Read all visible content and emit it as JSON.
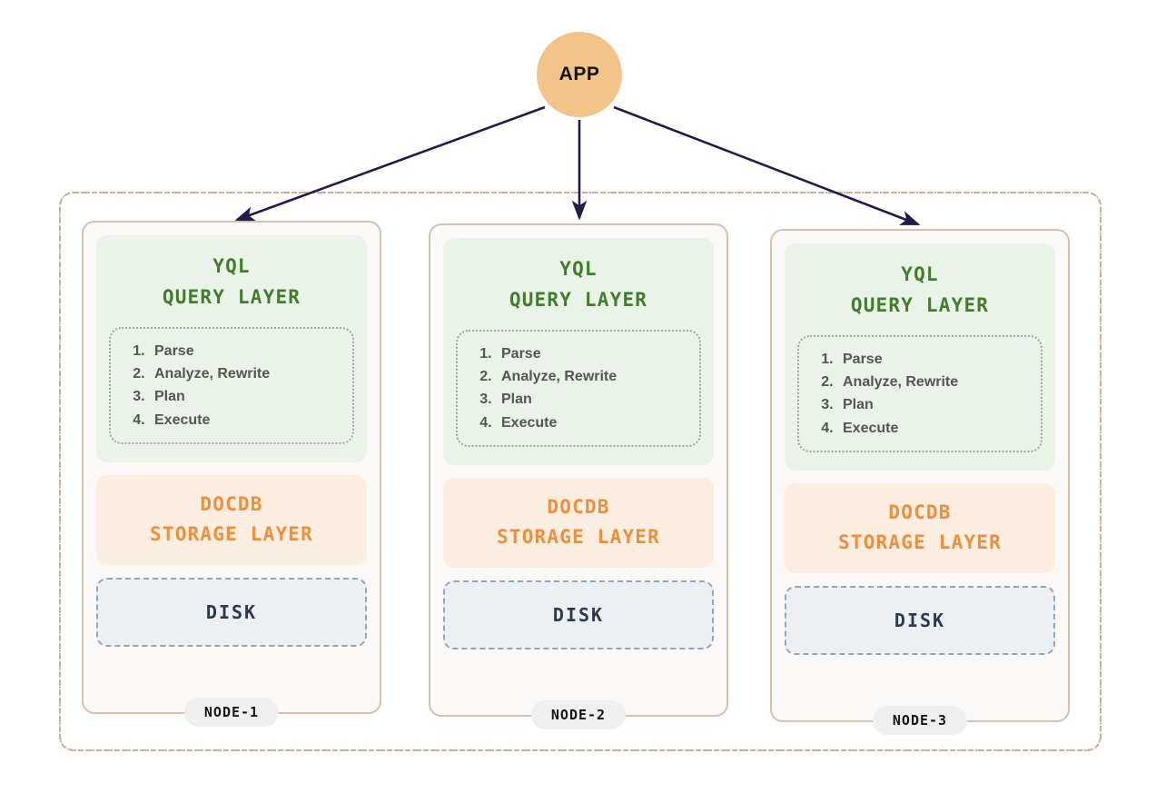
{
  "app": {
    "label": "APP",
    "color": "#F2C489"
  },
  "cluster": {
    "border_color": "#CDAE98"
  },
  "arrows": {
    "color": "#241A4A"
  },
  "nodes": [
    {
      "badge": "NODE-1",
      "query_layer": {
        "title_line1": "YQL",
        "title_line2": "QUERY LAYER",
        "color": "#417E2B",
        "background": "#EAF3E8",
        "steps": [
          "Parse",
          "Analyze, Rewrite",
          "Plan",
          "Execute"
        ]
      },
      "storage_layer": {
        "title_line1": "DOCDB",
        "title_line2": "STORAGE LAYER",
        "color": "#EE8F3C",
        "background": "#FBEDDF"
      },
      "disk": {
        "label": "DISK",
        "color": "#2C3A4F",
        "background": "#EDF0F2"
      }
    },
    {
      "badge": "NODE-2",
      "query_layer": {
        "title_line1": "YQL",
        "title_line2": "QUERY LAYER",
        "color": "#417E2B",
        "background": "#EAF3E8",
        "steps": [
          "Parse",
          "Analyze, Rewrite",
          "Plan",
          "Execute"
        ]
      },
      "storage_layer": {
        "title_line1": "DOCDB",
        "title_line2": "STORAGE LAYER",
        "color": "#EE8F3C",
        "background": "#FBEDDF"
      },
      "disk": {
        "label": "DISK",
        "color": "#2C3A4F",
        "background": "#EDF0F2"
      }
    },
    {
      "badge": "NODE-3",
      "query_layer": {
        "title_line1": "YQL",
        "title_line2": "QUERY LAYER",
        "color": "#417E2B",
        "background": "#EAF3E8",
        "steps": [
          "Parse",
          "Analyze, Rewrite",
          "Plan",
          "Execute"
        ]
      },
      "storage_layer": {
        "title_line1": "DOCDB",
        "title_line2": "STORAGE LAYER",
        "color": "#EE8F3C",
        "background": "#FBEDDF"
      },
      "disk": {
        "label": "DISK",
        "color": "#2C3A4F",
        "background": "#EDF0F2"
      }
    }
  ]
}
